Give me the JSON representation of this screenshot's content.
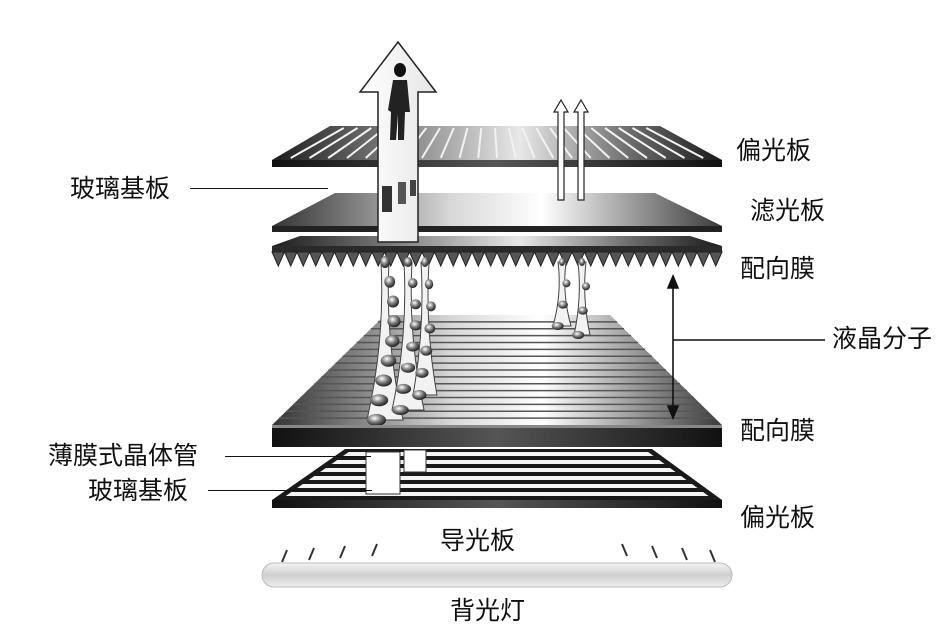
{
  "labels": {
    "polarizer_top": "偏光板",
    "glass_substrate_top": "玻璃基板",
    "color_filter": "滤光板",
    "alignment_film_top": "配向膜",
    "liquid_crystal": "液晶分子",
    "alignment_film_bottom": "配向膜",
    "tft": "薄膜式晶体管",
    "glass_substrate_bottom": "玻璃基板",
    "polarizer_bottom": "偏光板",
    "light_guide": "导光板",
    "backlight": "背光灯"
  },
  "icons": {
    "light_arrow_large": "up-arrow-with-person-icon",
    "light_arrows_small": "small-up-arrows-icon"
  },
  "colors": {
    "ink": "#111111",
    "background": "#ffffff"
  }
}
